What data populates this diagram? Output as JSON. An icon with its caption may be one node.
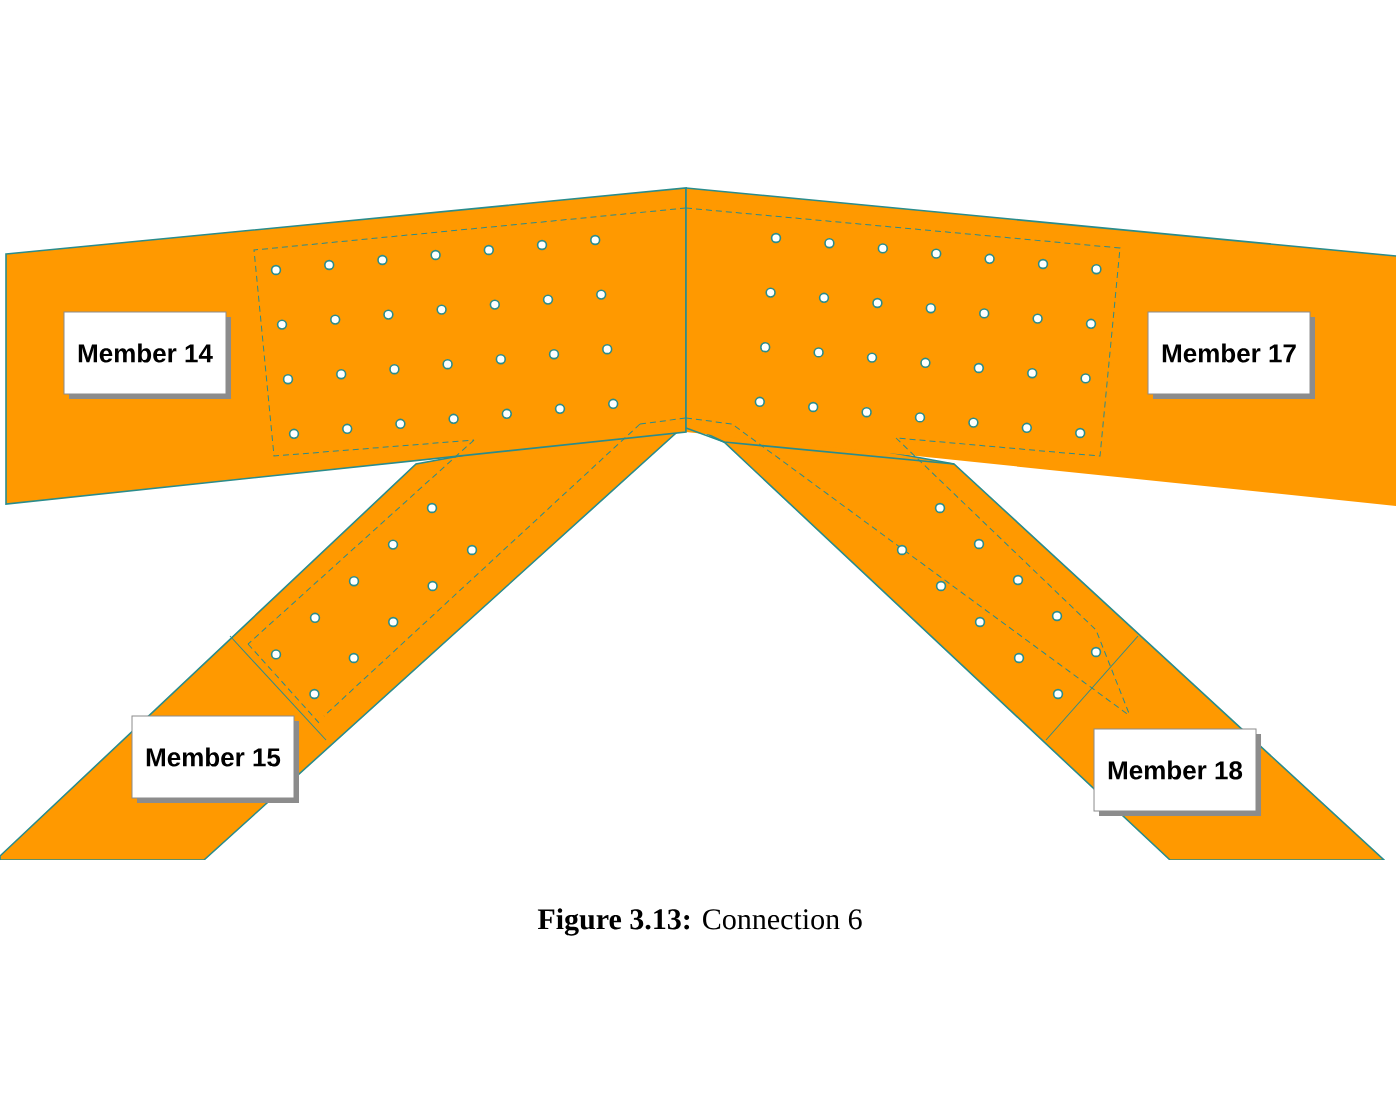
{
  "diagram": {
    "caption": "**Figure 3.13:** Connection 6",
    "nodes": [
      {
        "text": [
          "Member 14"
        ]
      },
      {
        "text": [
          "Member 17"
        ]
      },
      {
        "text": [
          "Member 15"
        ]
      },
      {
        "text": [
          "Member 18"
        ]
      }
    ]
  }
}
